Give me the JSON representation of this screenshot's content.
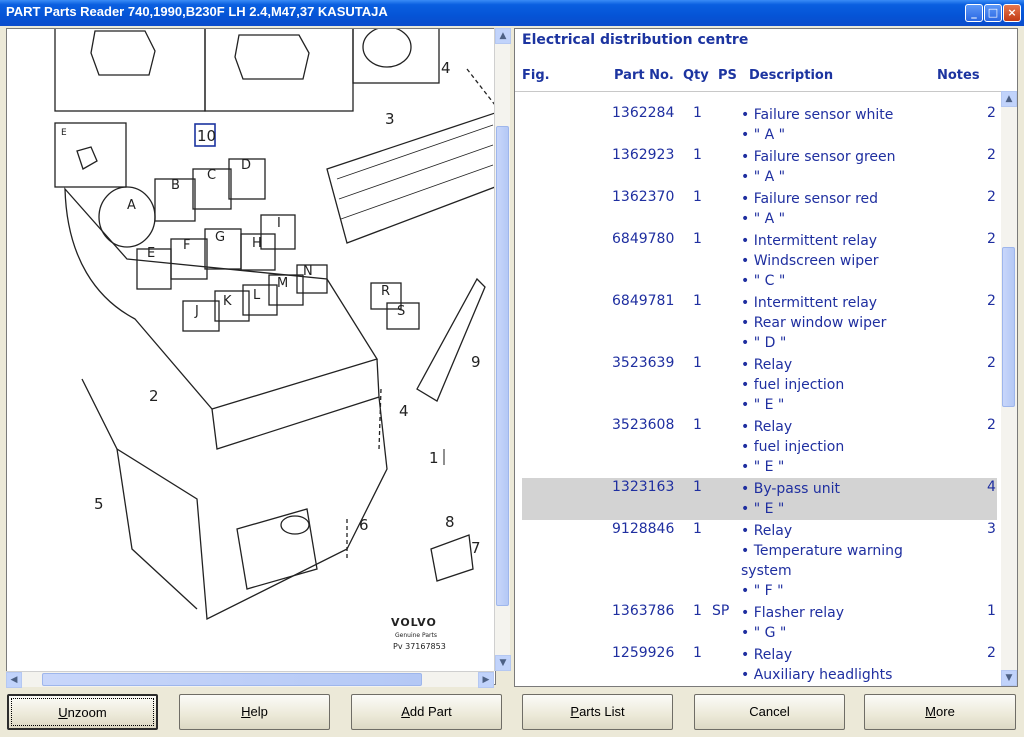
{
  "window": {
    "title": "PART Parts Reader 740,1990,B230F LH 2.4,M47,37 KASUTAJA",
    "minimize_label": "_",
    "maximize_label": "□",
    "close_label": "×"
  },
  "diagram": {
    "callouts": [
      "10",
      "3",
      "4",
      "2",
      "9",
      "4",
      "1",
      "5",
      "6",
      "8",
      "7"
    ],
    "inset_label": "E",
    "relay_letters": [
      "A",
      "B",
      "C",
      "D",
      "E",
      "F",
      "G",
      "H",
      "I",
      "J",
      "K",
      "L",
      "M",
      "N",
      "R",
      "S"
    ],
    "brand": "VOLVO",
    "brand_sub": "Genuine Parts",
    "ref": "Pv 37167853"
  },
  "parts": {
    "section_title": "Electrical distribution centre",
    "columns": {
      "fig": "Fig.",
      "part_no": "Part No.",
      "qty": "Qty",
      "ps": "PS",
      "description": "Description",
      "notes": "Notes"
    },
    "rows": [
      {
        "part_no": "1362284",
        "qty": "1",
        "ps": "",
        "desc": [
          "• Failure sensor white",
          "• \" A \""
        ],
        "notes": "2"
      },
      {
        "part_no": "1362923",
        "qty": "1",
        "ps": "",
        "desc": [
          "• Failure sensor green",
          "• \" A \""
        ],
        "notes": "2"
      },
      {
        "part_no": "1362370",
        "qty": "1",
        "ps": "",
        "desc": [
          "• Failure sensor red",
          "• \" A \""
        ],
        "notes": "2"
      },
      {
        "part_no": "6849780",
        "qty": "1",
        "ps": "",
        "desc": [
          "• Intermittent relay",
          "• Windscreen wiper",
          "• \" C \""
        ],
        "notes": "2"
      },
      {
        "part_no": "6849781",
        "qty": "1",
        "ps": "",
        "desc": [
          "• Intermittent relay",
          "• Rear window wiper",
          "• \" D \""
        ],
        "notes": "2"
      },
      {
        "part_no": "3523639",
        "qty": "1",
        "ps": "",
        "desc": [
          "• Relay",
          "• fuel injection",
          "• \" E \""
        ],
        "notes": "2"
      },
      {
        "part_no": "3523608",
        "qty": "1",
        "ps": "",
        "desc": [
          "• Relay",
          "• fuel injection",
          "• \" E \""
        ],
        "notes": "2"
      },
      {
        "part_no": "1323163",
        "qty": "1",
        "ps": "",
        "desc": [
          "• By-pass unit",
          "• \" E \""
        ],
        "notes": "4"
      },
      {
        "part_no": "9128846",
        "qty": "1",
        "ps": "",
        "desc": [
          "• Relay",
          "• Temperature warning system",
          "• \" F \""
        ],
        "notes": "3"
      },
      {
        "part_no": "1363786",
        "qty": "1",
        "ps": "SP",
        "desc": [
          "• Flasher relay",
          "• \" G \""
        ],
        "notes": "1"
      },
      {
        "part_no": "1259926",
        "qty": "1",
        "ps": "",
        "desc": [
          "• Relay",
          "• Auxiliary headlights"
        ],
        "notes": "2"
      }
    ],
    "selected_row": 7
  },
  "buttons": {
    "unzoom": {
      "accel": "U",
      "rest": "nzoom"
    },
    "help": {
      "accel": "H",
      "rest": "elp"
    },
    "add_part": {
      "accel": "A",
      "rest": "dd Part"
    },
    "parts_list": {
      "accel": "P",
      "rest": "arts List"
    },
    "cancel": {
      "label": "Cancel"
    },
    "more": {
      "accel": "M",
      "rest": "ore"
    }
  }
}
